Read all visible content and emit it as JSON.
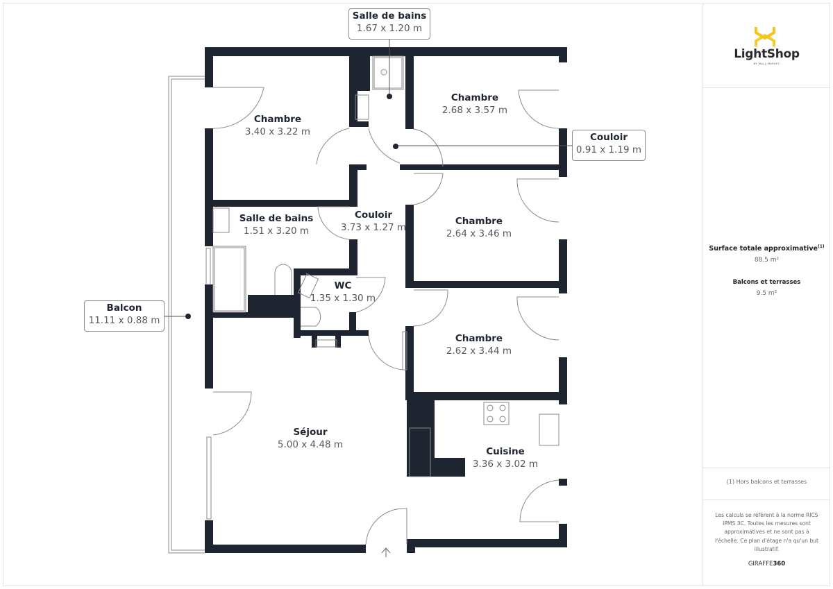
{
  "brand": {
    "logo_text": "LightShop",
    "logo_subtext": "BY WALL-MARKET",
    "logo_color": "#f5c518",
    "footer_brand_prefix": "GIRAFFE",
    "footer_brand_suffix": "360"
  },
  "summary": {
    "total_area_label": "Surface totale approximative",
    "total_area_footnote": "(1)",
    "total_area_value": "88.5 m²",
    "balconies_label": "Balcons et terrasses",
    "balconies_value": "9.5 m²",
    "footnote": "(1) Hors balcons et terrasses",
    "disclaimer": "Les calculs se réfèrent à la norme RICS IPMS 3C. Toutes les mesures sont approximatives et ne sont pas à l'échelle. Ce plan d'étage n'a qu'un but illustratif."
  },
  "rooms": [
    {
      "name": "Chambre",
      "dims": "3.40 x 3.22 m"
    },
    {
      "name": "Chambre",
      "dims": "2.68 x 3.57 m"
    },
    {
      "name": "Salle de bains",
      "dims": "1.51 x 3.20 m"
    },
    {
      "name": "Couloir",
      "dims": "3.73 x 1.27 m"
    },
    {
      "name": "Chambre",
      "dims": "2.64 x 3.46 m"
    },
    {
      "name": "WC",
      "dims": "1.35 x 1.30 m"
    },
    {
      "name": "Chambre",
      "dims": "2.62 x 3.44 m"
    },
    {
      "name": "Séjour",
      "dims": "5.00 x 4.48 m"
    },
    {
      "name": "Cuisine",
      "dims": "3.36 x 3.02 m"
    }
  ],
  "callouts": [
    {
      "name": "Salle de bains",
      "dims": "1.67 x 1.20 m"
    },
    {
      "name": "Couloir",
      "dims": "0.91 x 1.19 m"
    },
    {
      "name": "Balcon",
      "dims": "11.11 x 0.88 m"
    }
  ],
  "colors": {
    "wall": "#1e2430",
    "line": "#8a8a8a",
    "text_dim": "#55585e"
  }
}
